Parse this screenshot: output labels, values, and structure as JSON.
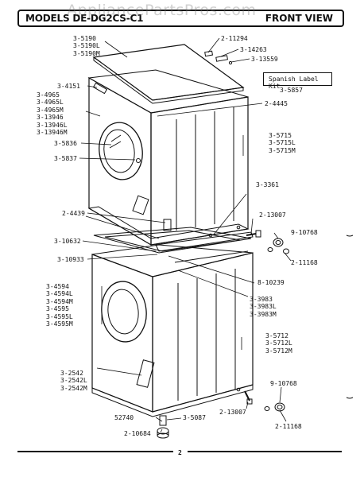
{
  "header": {
    "title": "MODELS DE-DG2CS-C1",
    "view": "FRONT VIEW",
    "watermark": "AppliancePartsPros.com"
  },
  "kit_box": {
    "label": "Spanish Label Kit",
    "part": "3-5857"
  },
  "labels": {
    "top_panel": "3-5190\n3-5190L\n3-5190M",
    "p11294": "2-11294",
    "p14263": "3-14263",
    "p13559": "3-13559",
    "p4151": "3-4151",
    "control_panel": "3-4965\n3-4965L\n3-4965M\n3-13946\n3-13946L\n3-13946M",
    "p4445": "2-4445",
    "p5836": "3-5836",
    "p5837": "3-5837",
    "upper_cabinet": "3-5715\n3-5715L\n3-5715M",
    "p3361": "3-3361",
    "p4439": "2-4439",
    "p13007a": "2-13007",
    "p10768a": "9-10768",
    "p10632": "3-10632",
    "p11168a": "2-11168",
    "p10933": "3-10933",
    "p10239": "8-10239",
    "lower_front": "3-4594\n3-4594L\n3-4594M\n3-4595\n3-4595L\n3-4595M",
    "bracket": "3-3983\n3-3983L\n3-3983M",
    "lower_cabinet": "3-5712\n3-5712L\n3-5712M",
    "kick_panel": "3-2542\n3-2542L\n3-2542M",
    "p10768b": "9-10768",
    "p52740": "52740",
    "p5087": "3-5087",
    "p13007b": "2-13007",
    "p11168b": "2-11168",
    "p10684": "2-10684"
  },
  "page_number": "2"
}
